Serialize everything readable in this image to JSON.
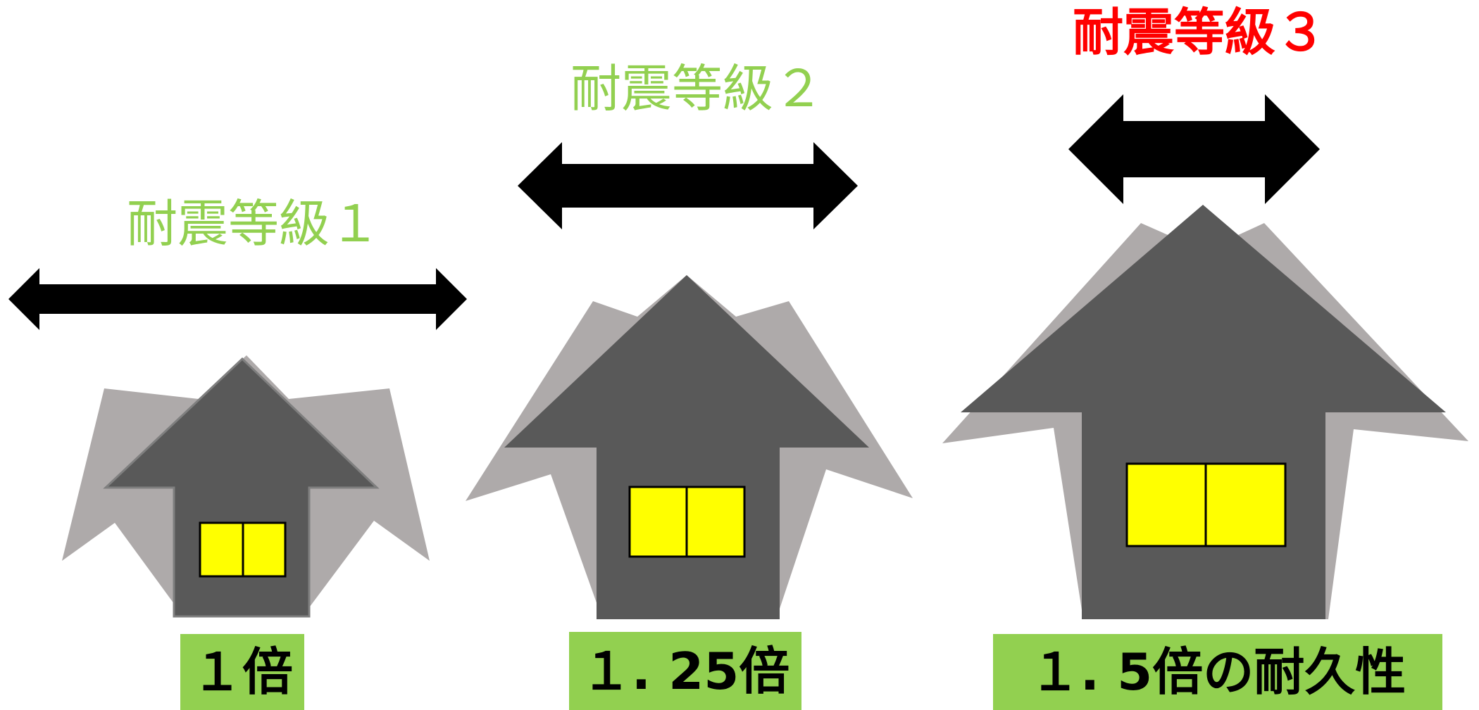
{
  "grades": [
    {
      "title": "耐震等級１",
      "multiplier": "１倍"
    },
    {
      "title": "耐震等級２",
      "multiplier": "１. 25倍"
    },
    {
      "title": "耐震等級３",
      "multiplier": "１. 5倍の耐久性"
    }
  ],
  "colors": {
    "standard_title": "#92d050",
    "highlight_title": "#ff0000",
    "label_box": "#92d050",
    "house_body": "#595959",
    "house_shadow": "#aeaaaa",
    "window": "#ffff00",
    "arrow": "#000000"
  },
  "icons": {
    "width_arrow": "double-headed-arrow-icon",
    "house": "house-icon",
    "window": "window-icon"
  }
}
